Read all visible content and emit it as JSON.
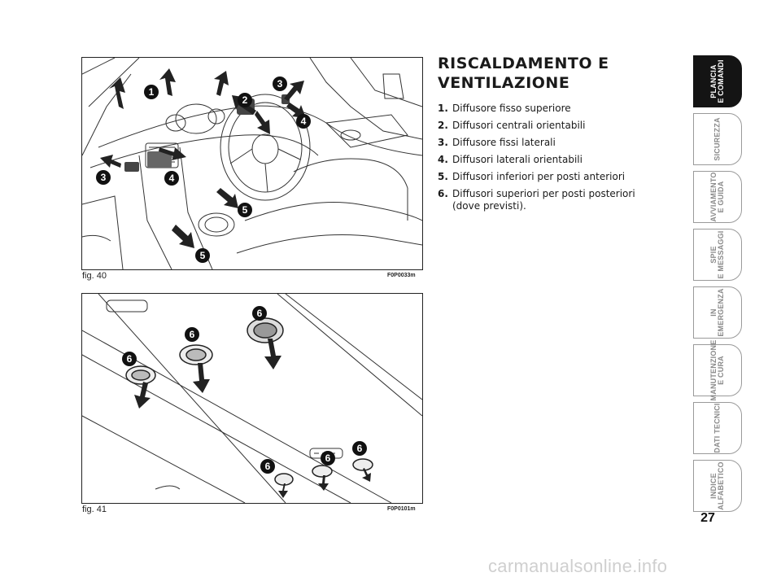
{
  "title": {
    "line1": "RISCALDAMENTO E",
    "line2": "VENTILAZIONE"
  },
  "legend": [
    {
      "num": "1.",
      "text": "Diffusore fisso superiore"
    },
    {
      "num": "2.",
      "text": "Diffusori centrali orientabili"
    },
    {
      "num": "3.",
      "text": "Diffusore fissi laterali"
    },
    {
      "num": "4.",
      "text": "Diffusori laterali orientabili"
    },
    {
      "num": "5.",
      "text": "Diffusori inferiori per posti anteriori"
    },
    {
      "num": "6.",
      "text": "Diffusori superiori per posti posteriori (dove previsti)."
    }
  ],
  "figures": {
    "fig40": {
      "label": "fig. 40",
      "code": "F0P0033m",
      "callouts": [
        "1",
        "2",
        "3",
        "3",
        "4",
        "4",
        "5",
        "5"
      ]
    },
    "fig41": {
      "label": "fig. 41",
      "code": "F0P0101m",
      "callouts": [
        "6",
        "6",
        "6",
        "6",
        "6",
        "6"
      ]
    }
  },
  "tabs": [
    {
      "label": "PLANCIA\nE COMANDI",
      "active": true
    },
    {
      "label": "SICUREZZA",
      "active": false
    },
    {
      "label": "AVVIAMENTO\nE GUIDA",
      "active": false
    },
    {
      "label": "SPIE\nE MESSAGGI",
      "active": false
    },
    {
      "label": "IN\nEMERGENZA",
      "active": false
    },
    {
      "label": "MANUTENZIONE\nE CURA",
      "active": false
    },
    {
      "label": "DATI TECNICI",
      "active": false
    },
    {
      "label": "INDICE\nALFABETICO",
      "active": false
    }
  ],
  "page_number": "27",
  "watermark": "carmanualsonline.info",
  "colors": {
    "ink": "#1a1a1a",
    "tab_active": "#141414",
    "tab_text": "#8a8a8a"
  }
}
